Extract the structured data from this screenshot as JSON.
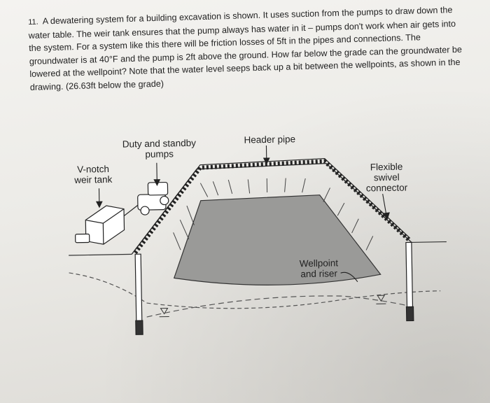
{
  "problem": {
    "number": "11.",
    "text": "A dewatering system for a building excavation is shown. It uses suction from the pumps to draw down the water table. The weir tank ensures that the pump always has water in it – pumps don't work when air gets into the system. For a system like this there will be friction losses of 5ft in the pipes and connections. The groundwater is at 40°F and the pump is 2ft above the ground. How far below the grade can the groundwater be lowered at the wellpoint? Note that the water level seeps back up a bit between the wellpoints, as shown in the drawing. (26.63ft below the grade)"
  },
  "figure": {
    "labels": {
      "pumps": "Duty and standby pumps",
      "header": "Header pipe",
      "weir": "V-notch weir tank",
      "swivel": "Flexible swivel connector",
      "wellpoint": "Wellpoint and riser"
    }
  }
}
